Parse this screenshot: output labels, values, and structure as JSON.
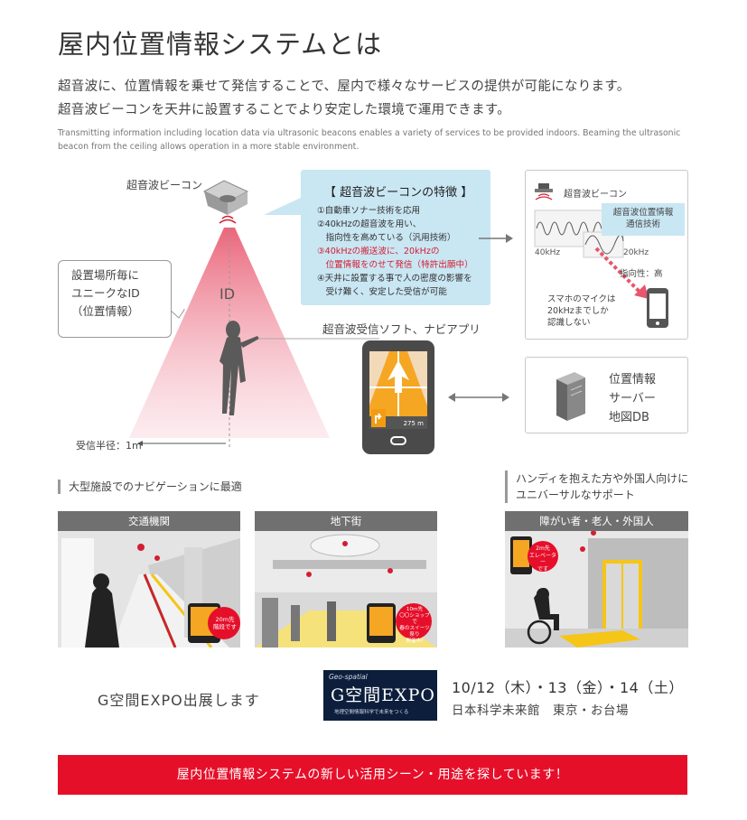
{
  "header": {
    "title": "屋内位置情報システムとは",
    "lead_lines": [
      "超音波に、位置情報を乗せて発信することで、屋内で様々なサービスの提供が可能になります。",
      "超音波ビーコンを天井に設置することでより安定した環境で運用できます。"
    ],
    "english": "Transmitting information including location data via ultrasonic beacons enables a variety of services to be provided indoors. Beaming the ultrasonic beacon from the ceiling allows operation in a more stable environment."
  },
  "diagram": {
    "beacon_label": "超音波ビーコン",
    "id_label": "ID",
    "bubble_lines": [
      "設置場所毎に",
      "ユニークなID",
      "（位置情報）"
    ],
    "radius_label": "受信半径：1m",
    "app_label": "超音波受信ソフト、ナビアプリ",
    "phone_distance": "275 m",
    "features": {
      "title": "【 超音波ビーコンの特徴 】",
      "items": [
        {
          "text": "①自動車ソナー技術を応用",
          "highlight": false
        },
        {
          "text": "②40kHzの超音波を用い、",
          "highlight": false
        },
        {
          "text": "　指向性を高めている（汎用技術）",
          "highlight": false
        },
        {
          "text": "③40kHzの搬送波に、20kHzの",
          "highlight": true
        },
        {
          "text": "　位置情報をのせて発信（特許出願中）",
          "highlight": true
        },
        {
          "text": "④天井に設置する事で人の密度の影響を",
          "highlight": false
        },
        {
          "text": "　受け難く、安定した受信が可能",
          "highlight": false
        }
      ],
      "highlight_color": "#d31e32",
      "bg_color": "#c9e6f3"
    },
    "tech_panel": {
      "beacon_label": "超音波ビーコン",
      "tech_box_lines": [
        "超音波位置情報",
        "通信技術"
      ],
      "freq_40": "40kHz",
      "freq_20": "20kHz",
      "directivity": "指向性：高",
      "mic_lines": [
        "スマホのマイクは",
        "20kHzまでしか",
        "認識しない"
      ]
    },
    "server_panel": {
      "lines": [
        "位置情報",
        "サーバー",
        "地図DB"
      ]
    }
  },
  "use_cases": {
    "left_heading": "大型施設でのナビゲーションに最適",
    "right_heading_lines": [
      "ハンディを抱えた方や外国人向けに",
      "ユニバーサルなサポート"
    ],
    "photos": [
      {
        "caption": "交通機関",
        "popup": [
          "20m先",
          "階段です"
        ]
      },
      {
        "caption": "地下街",
        "popup": [
          "10m先",
          "〇〇ショップで",
          "春のスイーツ祭り",
          "開催中!"
        ]
      },
      {
        "caption": "障がい者・老人・外国人",
        "popup": [
          "2m先",
          "エレベーター",
          "です"
        ]
      }
    ]
  },
  "expo": {
    "label": "G空間EXPO出展します",
    "logo_top": "Geo-spatial",
    "logo_main": "G空間EXPO",
    "logo_sub": "地理空間情報科学で未来をつくる",
    "date": "10/12（木）・13（金）・14（土）",
    "venue": "日本科学未来館　東京・お台場"
  },
  "banner": {
    "text": "屋内位置情報システムの新しい活用シーン・用途を探しています！",
    "color": "#e60f2a"
  }
}
